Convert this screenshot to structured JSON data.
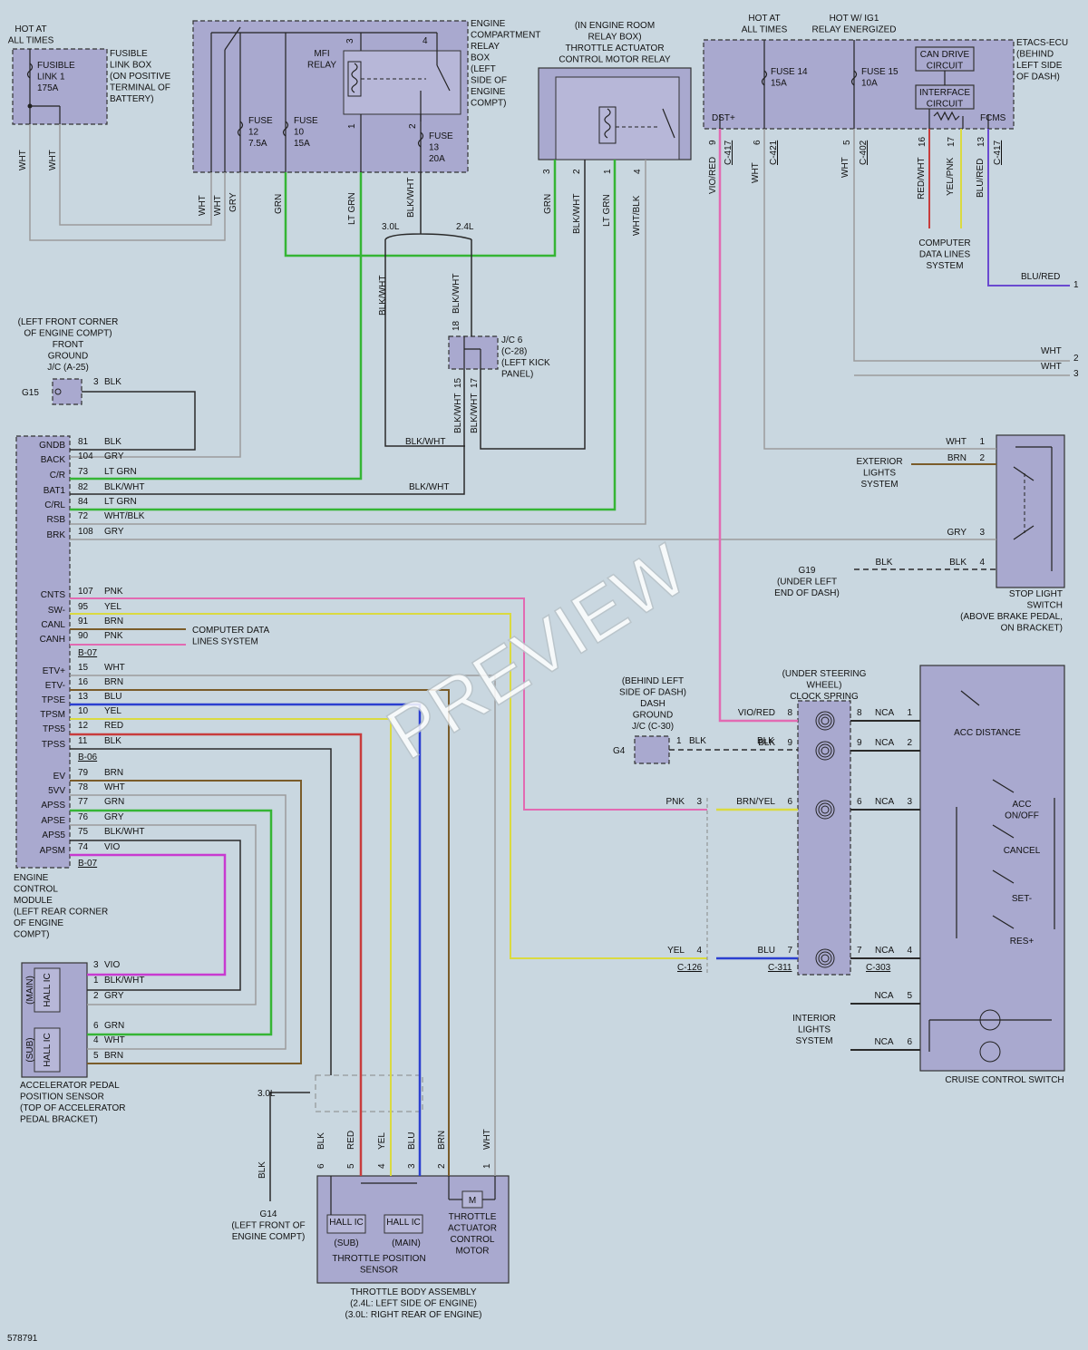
{
  "labels": {
    "hot_all_times_left": "HOT AT\nALL TIMES",
    "fusible_link_box": "FUSIBLE\nLINK BOX\n(ON POSITIVE\nTERMINAL OF\nBATTERY)",
    "fusible_link": "FUSIBLE\nLINK 1\n175A",
    "ecr_box": "ENGINE\nCOMPARTMENT\nRELAY\nBOX\n(LEFT\nSIDE OF\nENGINE\nCOMPT)",
    "mfi_relay": "MFI\nRELAY",
    "fuse12": "FUSE\n12\n7.5A",
    "fuse10": "FUSE\n10\n15A",
    "fuse13": "FUSE\n13\n20A",
    "tac_relay": "(IN ENGINE ROOM\nRELAY BOX)\nTHROTTLE ACTUATOR\nCONTROL MOTOR RELAY",
    "hot_all_times_right": "HOT AT\nALL TIMES",
    "hot_ig1": "HOT W/ IG1\nRELAY ENERGIZED",
    "fuse14": "FUSE 14\n15A",
    "fuse15": "FUSE 15\n10A",
    "can_drive": "CAN DRIVE\nCIRCUIT",
    "interface": "INTERFACE\nCIRCUIT",
    "etacs": "ETACS-ECU\n(BEHIND\nLEFT SIDE\nOF DASH)",
    "dst": "DST+",
    "fcms": "FCMS",
    "computer_data_top": "COMPUTER\nDATA LINES\nSYSTEM",
    "front_ground": "(LEFT FRONT CORNER\nOF ENGINE COMPT)\nFRONT\nGROUND\nJ/C (A-25)",
    "jc6": "J/C 6\n(C-28)\n(LEFT KICK\nPANEL)",
    "exterior_lights": "EXTERIOR\nLIGHTS\nSYSTEM",
    "g19": "G19\n(UNDER LEFT\nEND OF DASH)",
    "stop_light": "STOP LIGHT\nSWITCH\n(ABOVE BRAKE PEDAL,\nON BRACKET)",
    "computer_data_mid": "COMPUTER DATA\nLINES SYSTEM",
    "dash_ground": "(BEHIND LEFT\nSIDE OF DASH)\nDASH\nGROUND\nJ/C (C-30)",
    "clock_spring": "(UNDER STEERING\nWHEEL)\nCLOCK SPRING",
    "ecm": "ENGINE\nCONTROL\nMODULE\n(LEFT REAR CORNER\nOF ENGINE\nCOMPT)",
    "app_sensor": "ACCELERATOR PEDAL\nPOSITION SENSOR\n(TOP OF ACCELERATOR\nPEDAL BRACKET)",
    "g14": "G14\n(LEFT FRONT OF\nENGINE COMPT)",
    "tps": "THROTTLE POSITION\nSENSOR",
    "tac_motor": "THROTTLE\nACTUATOR\nCONTROL\nMOTOR",
    "tba": "THROTTLE BODY ASSEMBLY\n(2.4L: LEFT SIDE OF ENGINE)\n(3.0L: RIGHT REAR OF ENGINE)",
    "interior_lights": "INTERIOR\nLIGHTS\nSYSTEM",
    "cruise_switch": "CRUISE CONTROL SWITCH",
    "acc_distance": "ACC DISTANCE",
    "acc_onoff": "ACC\nON/OFF",
    "cancel": "CANCEL",
    "set": "SET-",
    "res": "RES+",
    "hall_ic": "HALL IC",
    "main_lbl": "(MAIN)",
    "sub_lbl": "(SUB)",
    "motor": "M",
    "g15": "G15",
    "g4": "G4",
    "v30": "3.0L",
    "v24": "2.4L",
    "figure_id": "578791",
    "watermark": "PREVIEW"
  },
  "connectors": {
    "b07a": "B-07",
    "b06": "B-06",
    "b07b": "B-07",
    "c417a": "C-417",
    "c421": "C-421",
    "c402": "C-402",
    "c417b": "C-417",
    "c126": "C-126",
    "c311": "C-311",
    "c303": "C-303"
  },
  "ecm_pins": [
    {
      "name": "GNDB",
      "pin": "81",
      "wire": "BLK"
    },
    {
      "name": "BACK",
      "pin": "104",
      "wire": "GRY"
    },
    {
      "name": "C/R",
      "pin": "73",
      "wire": "LT GRN"
    },
    {
      "name": "BAT1",
      "pin": "82",
      "wire": "BLK/WHT"
    },
    {
      "name": "C/RL",
      "pin": "84",
      "wire": "LT GRN"
    },
    {
      "name": "RSB",
      "pin": "72",
      "wire": "WHT/BLK"
    },
    {
      "name": "BRK",
      "pin": "108",
      "wire": "GRY"
    },
    {
      "name": "CNTS",
      "pin": "107",
      "wire": "PNK"
    },
    {
      "name": "SW-",
      "pin": "95",
      "wire": "YEL"
    },
    {
      "name": "CANL",
      "pin": "91",
      "wire": "BRN"
    },
    {
      "name": "CANH",
      "pin": "90",
      "wire": "PNK"
    },
    {
      "name": "ETV+",
      "pin": "15",
      "wire": "WHT"
    },
    {
      "name": "ETV-",
      "pin": "16",
      "wire": "BRN"
    },
    {
      "name": "TPSE",
      "pin": "13",
      "wire": "BLU"
    },
    {
      "name": "TPSM",
      "pin": "10",
      "wire": "YEL"
    },
    {
      "name": "TPS5",
      "pin": "12",
      "wire": "RED"
    },
    {
      "name": "TPSS",
      "pin": "11",
      "wire": "BLK"
    },
    {
      "name": "EV",
      "pin": "79",
      "wire": "BRN"
    },
    {
      "name": "5VV",
      "pin": "78",
      "wire": "WHT"
    },
    {
      "name": "APSS",
      "pin": "77",
      "wire": "GRN"
    },
    {
      "name": "APSE",
      "pin": "76",
      "wire": "GRY"
    },
    {
      "name": "APS5",
      "pin": "75",
      "wire": "BLK/WHT"
    },
    {
      "name": "APSM",
      "pin": "74",
      "wire": "VIO"
    }
  ],
  "app_pins": [
    {
      "pin": "3",
      "wire": "VIO"
    },
    {
      "pin": "1",
      "wire": "BLK/WHT"
    },
    {
      "pin": "2",
      "wire": "GRY"
    },
    {
      "pin": "6",
      "wire": "GRN"
    },
    {
      "pin": "4",
      "wire": "WHT"
    },
    {
      "pin": "5",
      "wire": "BRN"
    }
  ],
  "tb_pins": [
    {
      "pin": "6",
      "wire": "BLK"
    },
    {
      "pin": "5",
      "wire": "RED"
    },
    {
      "pin": "4",
      "wire": "YEL"
    },
    {
      "pin": "3",
      "wire": "BLU"
    },
    {
      "pin": "2",
      "wire": "BRN"
    },
    {
      "pin": "1",
      "wire": "WHT"
    }
  ],
  "top_wires": {
    "wht1": "WHT",
    "wht2": "WHT",
    "wht3": "WHT",
    "wht4": "WHT",
    "gry": "GRY",
    "grn1": "GRN",
    "ltgrn1": "LT GRN",
    "blkwht1": "BLK/WHT",
    "grn2": "GRN",
    "blkwht2": "BLK/WHT",
    "ltgrn2": "LT GRN",
    "whtblk": "WHT/BLK",
    "viored": "VIO/RED",
    "wht5": "WHT",
    "wht6": "WHT",
    "redwht": "RED/WHT",
    "yelpnk": "YEL/PNK",
    "blured": "BLU/RED",
    "blkwht_v": "BLK/WHT",
    "blkwht_18": "BLK/WHT",
    "blkwht_15": "BLK/WHT",
    "blkwht_17": "BLK/WHT",
    "blkwht_h1": "BLK/WHT",
    "blkwht_h2": "BLK/WHT",
    "blured_h": "BLU/RED",
    "wht_h2": "WHT",
    "wht_h3": "WHT",
    "blk_g15": "BLK",
    "blk_g14": "BLK",
    "blk_g4": "BLK",
    "blk_g4b": "BLK"
  },
  "pin_nums": {
    "mfi3": "3",
    "mfi4": "4",
    "mfi1": "1",
    "mfi2": "2",
    "tac3": "3",
    "tac2": "2",
    "tac1": "1",
    "tac4": "4",
    "e9": "9",
    "e6": "6",
    "e5": "5",
    "e16": "16",
    "e17": "17",
    "e13": "13",
    "edge1": "1",
    "edge2": "2",
    "edge3": "3",
    "jc18": "18",
    "jc15": "15",
    "jc17": "17",
    "g15p": "3",
    "g4p": "1"
  },
  "stop_pins": [
    {
      "pin": "1",
      "wire": "WHT"
    },
    {
      "pin": "2",
      "wire": "BRN"
    },
    {
      "pin": "3",
      "wire": "GRY"
    },
    {
      "pin": "4",
      "wire": "BLK"
    },
    {
      "wire": "BLK"
    }
  ],
  "clock_rows": [
    {
      "lpin": "8",
      "lwire": "VIO/RED",
      "rpin": "8",
      "rwire": "NCA",
      "spin": "1"
    },
    {
      "lpin": "9",
      "lwire": "BLK",
      "rpin": "9",
      "rwire": "NCA",
      "spin": "2"
    },
    {
      "lpin": "6",
      "lwire": "BRN/YEL",
      "rpin": "6",
      "rwire": "NCA",
      "spin": "3"
    },
    {
      "lpin": "7",
      "lwire": "BLU",
      "rpin": "7",
      "rwire": "NCA",
      "spin": "4"
    }
  ],
  "c_pins": {
    "pnk3": "PNK",
    "pnk3n": "3",
    "yel4": "YEL",
    "yel4n": "4"
  },
  "nca5": {
    "wire": "NCA",
    "pin": "5"
  },
  "nca6": {
    "wire": "NCA",
    "pin": "6"
  },
  "colors": {
    "green": "#35b535",
    "pink": "#e26ab2",
    "yellow": "#dada40",
    "red": "#c83c3c",
    "blue": "#2b3fd0",
    "brown": "#7a5c2a",
    "violet": "#c83ad0",
    "purple": "#6a4ad0",
    "gray": "#9c9c9c",
    "black": "#2a2a2a",
    "white": "#f4f4f4"
  }
}
